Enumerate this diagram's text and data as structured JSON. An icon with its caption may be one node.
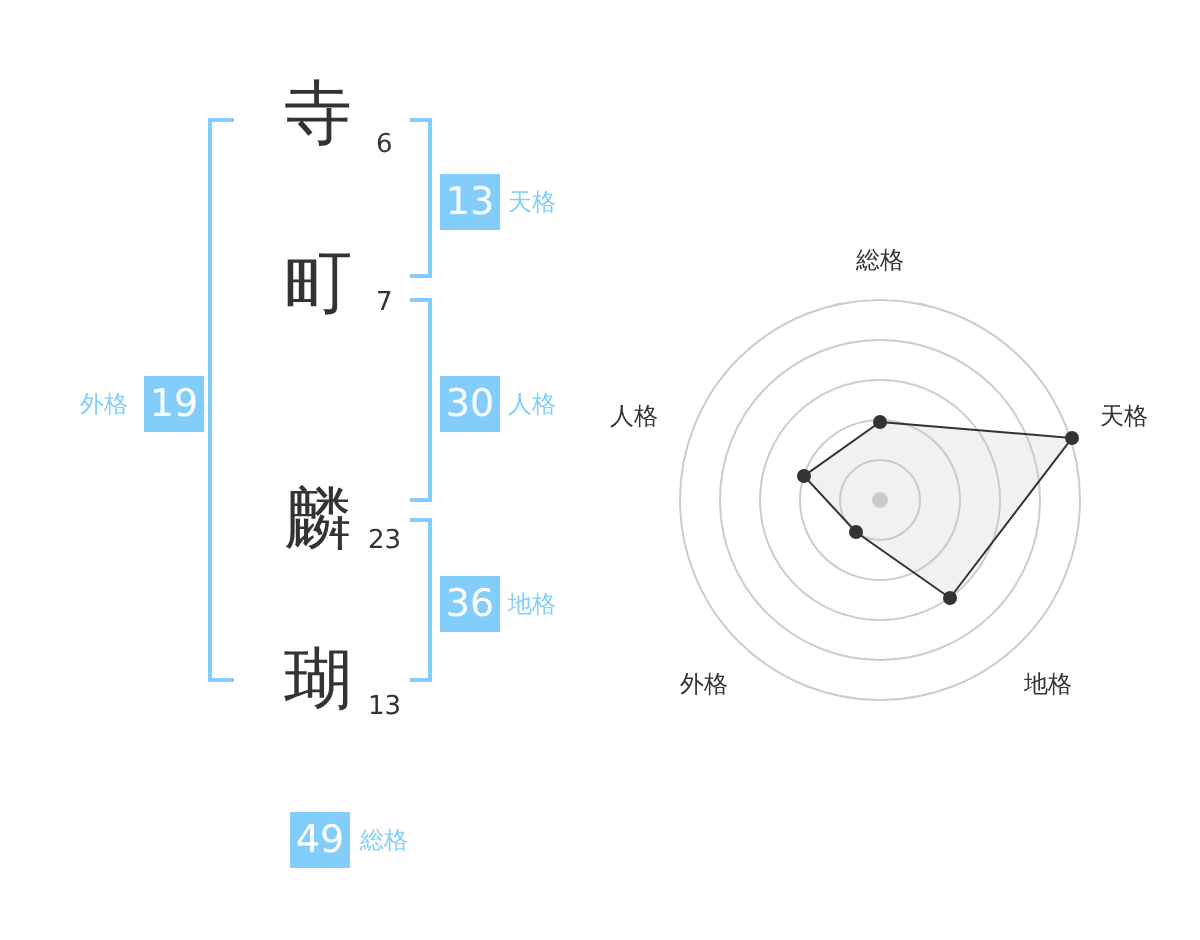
{
  "diagram": {
    "nodes": [
      {
        "text": [
          "13"
        ],
        "beside": [
          "天格"
        ]
      },
      {
        "text": [
          "19"
        ],
        "beside": [
          "外格"
        ]
      },
      {
        "text": [
          "30"
        ],
        "beside": [
          "人格"
        ]
      },
      {
        "text": [
          "36"
        ],
        "beside": [
          "地格"
        ]
      },
      {
        "text": [
          "49"
        ],
        "beside": [
          "総格"
        ]
      }
    ],
    "labels": [
      "寺",
      "6",
      "町",
      "7",
      "麟",
      "23",
      "瑚",
      "13",
      "総格",
      "人格",
      "天格",
      "外格",
      "地格"
    ]
  }
}
